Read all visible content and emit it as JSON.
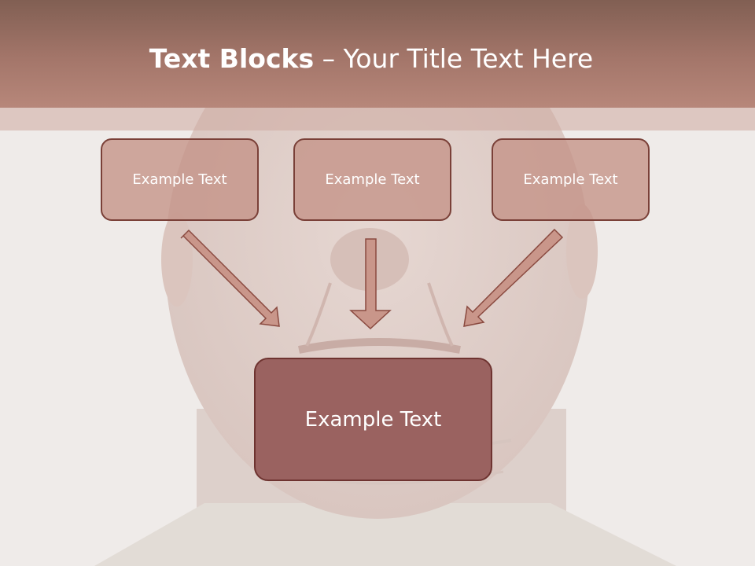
{
  "slide": {
    "title_bold": "Text Blocks",
    "title_dash": " – ",
    "title_rest": "Your Title Text Here",
    "boxes": [
      {
        "label": "Example Text"
      },
      {
        "label": "Example Text"
      },
      {
        "label": "Example Text"
      }
    ],
    "main_box": {
      "label": "Example Text"
    }
  },
  "colors": {
    "header": "#a4766a",
    "box_fill": "#c49286",
    "box_border": "#7a4038",
    "main_box_fill": "#9a6260",
    "arrow_fill": "#c9968a",
    "arrow_stroke": "#8a4a40"
  },
  "icons": [
    "down-right-arrow-icon",
    "down-arrow-icon",
    "down-left-arrow-icon"
  ]
}
